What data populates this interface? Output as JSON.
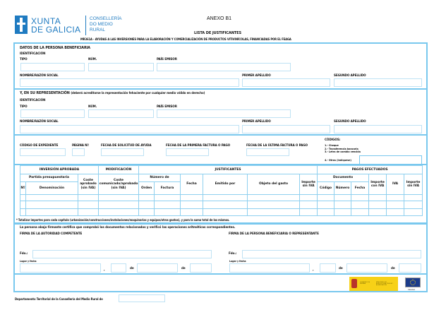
{
  "header": {
    "logo_xunta_line1": "XUNTA",
    "logo_xunta_line2": "DE GALICIA",
    "logo_consel_1": "CONSELLERÍA",
    "logo_consel_2": "DO MEDIO",
    "logo_consel_3": "RURAL",
    "annex": "ANEXO B1",
    "title": "LISTA DE JUSTIFICANTES",
    "subtitle": "MR361A - AYUDAS A LAS INVERSIONES PARA LA ELABORACIÓN Y COMERCIALIZACIÓN DE PRODUCTOS VITIVINÍCOLAS, FINANCIADAS POR EL FEAGA"
  },
  "beneficiary": {
    "title": "DATOS DE LA PERSONA BENEFICIARIA",
    "identification": "IDENTIFICACIÓN",
    "tipo": "TIPO",
    "num": "NÚM.",
    "pais": "PAÍS EMISOR",
    "nombre": "NOMBRE/RAZÓN SOCIAL",
    "apellido1": "PRIMER APELLIDO",
    "apellido2": "SEGUNDO APELLIDO"
  },
  "representative": {
    "title": "Y, EN SU REPRESENTACIÓN",
    "note": "(deberá acreditarse la representación fehaciente por cualquier medio válido en derecho)",
    "identification": "IDENTIFICACIÓN",
    "tipo": "TIPO",
    "num": "NÚM.",
    "pais": "PAÍS EMISOR",
    "nombre": "NOMBRE/RAZÓN SOCIAL",
    "apellido1": "PRIMER APELLIDO",
    "apellido2": "SEGUNDO APELLIDO"
  },
  "file": {
    "codigo": "CÓDIGO DE EXPEDIENTE",
    "pagina": "PÁGINA Nº",
    "fecha_solicitud": "FECHA DE SOLICITUD DE AYUDA",
    "fecha_primera": "FECHA DE LA PRIMERA FACTURA O PAGO",
    "fecha_ultima": "FECHA DE LA ÚLTIMA FACTURA O PAGO",
    "codes_title": "CÓDIGOS:",
    "codes": [
      "1.- Cheque",
      "2.- Transferencia bancaria",
      "3.- Letra de cambio vencida",
      "4.- Otros (indíquese)"
    ]
  },
  "table": {
    "inversion": "INVERSIÓN APROBADA",
    "modificacion": "MODIFICACIÓN",
    "justificantes": "JUSTIFICANTES",
    "pagos": "PAGOS EFECTUADOS",
    "partida": "Partida presupuestaria",
    "coste_aprobado": "Coste aprobado (sin IVA)",
    "coste_comunicado": "Coste comunicado/aprobado (sin IVA)",
    "numero_de": "Número de",
    "fecha": "Fecha",
    "emitido": "Emitido por",
    "objeto": "Objeto del gasto",
    "importe_sin": "Importe sin IVA",
    "documento": "Documento",
    "importe_con": "Importe con IVA",
    "iva": "IVA",
    "importe_sin2": "Importe sin IVA",
    "n": "Nº",
    "denominacion": "Denominación",
    "orden": "Orden",
    "factura": "Factura",
    "codigo": "Código",
    "numero": "Número",
    "fecha_doc": "Fecha",
    "footnote": "* Totalizar importes para cada capítulo (urbanización/construcciones/instalaciones/maquinarias y equipos/otros gastos), y para la suma total de los mismos."
  },
  "signature": {
    "certify": "La persona abajo firmante certifica que comprobó los documentos relacionados y verificó las operaciones aritméticas correspondientes.",
    "left_title": "FIRMA DE LA AUTORIDAD COMPETENTE",
    "right_title": "FIRMA DE LA PERSONA BENEFICIARIA O REPRESENTANTE",
    "fdo": "Fdo.:",
    "lugar": "Lugar y fecha",
    "comma": ",",
    "de": "de"
  },
  "footer": {
    "department": "Departamento Territorial de la Consellería del Medio Rural de",
    "feaga": "FEAGA",
    "ministry_1": "GOBIERNO DE ESPAÑA",
    "ministry_2": "MINISTERIO DE AGRICULTURA, PESCA Y ALIMENTACIÓN"
  },
  "colors": {
    "border": "#79c8ee",
    "input_border": "#bfe2f4",
    "logo_blue": "#1f7bc1",
    "spain_yellow": "#f7d117",
    "eu_blue": "#1b3b8a"
  }
}
